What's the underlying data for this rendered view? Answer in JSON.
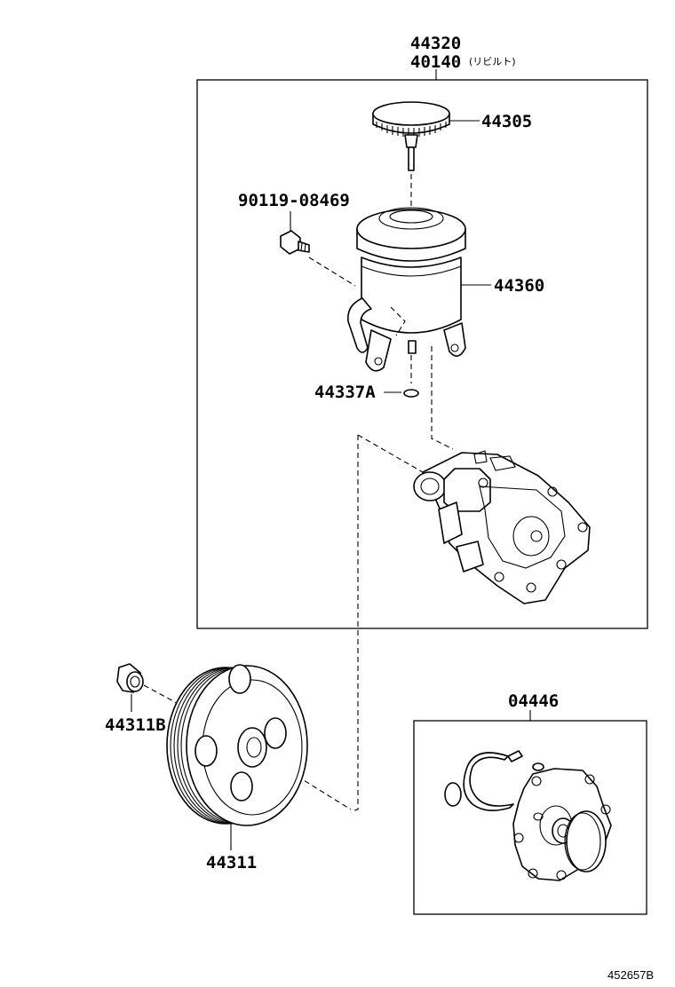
{
  "diagram": {
    "assembly_numbers": {
      "primary": "44320",
      "secondary": "40140",
      "secondary_note": "(リビルト)"
    },
    "callouts": {
      "cap": "44305",
      "bolt": "90119-08469",
      "reservoir": "44360",
      "o_ring": "44337A",
      "pulley_nut": "44311B",
      "pulley": "44311",
      "gasket_kit": "04446"
    },
    "reference_code": "452657B"
  }
}
